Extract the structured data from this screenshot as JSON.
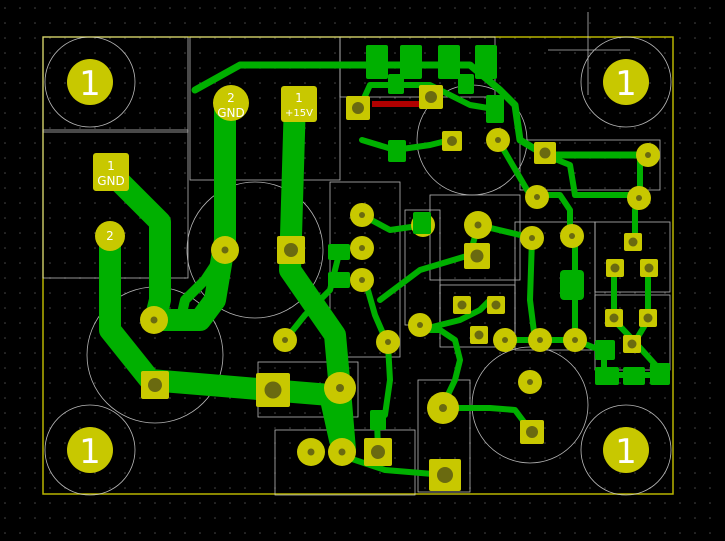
{
  "colors": {
    "background": "#000000",
    "grid_dot": "#4a4a4a",
    "board_edge": "#b8b400",
    "copper_track": "#00b000",
    "copper_highlight": "#00d400",
    "back_copper_track": "#b00000",
    "pad": "#c8c800",
    "pad_hole": "#6a6a10",
    "silkscreen": "#d8d8d8",
    "label_text": "#ffffff"
  },
  "mounting_holes": [
    {
      "id": "mh-top-left",
      "label": "1"
    },
    {
      "id": "mh-top-right",
      "label": "1"
    },
    {
      "id": "mh-bottom-left",
      "label": "1"
    },
    {
      "id": "mh-bottom-right",
      "label": "1"
    }
  ],
  "labeled_pads": [
    {
      "id": "pad-gnd-a",
      "number": "1",
      "net": "GND"
    },
    {
      "id": "pad-gnd-b",
      "number": "2",
      "net": "GND"
    },
    {
      "id": "pad-15v",
      "number": "1",
      "net": "+15V"
    },
    {
      "id": "pad-unnamed",
      "number": "2",
      "net": ""
    }
  ]
}
